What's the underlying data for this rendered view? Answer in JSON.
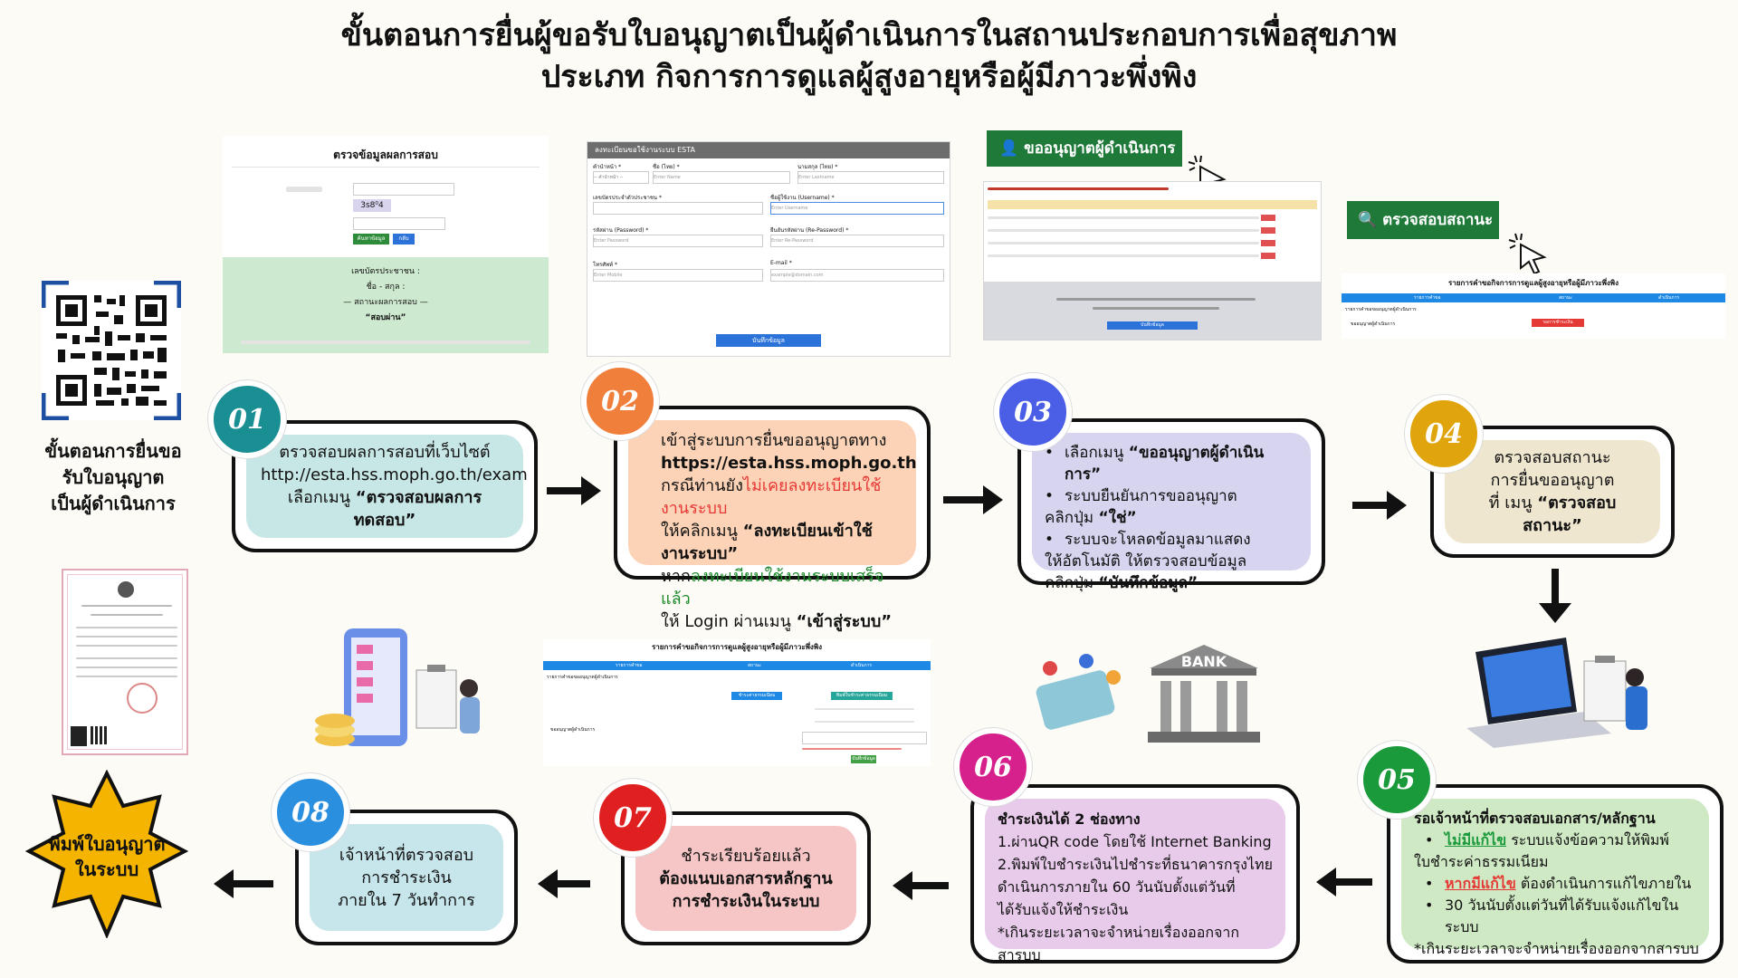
{
  "title": {
    "line1": "ขั้นตอนการยื่นผู้ขอรับใบอนุญาตเป็นผู้ดำเนินการในสถานประกอบการเพื่อสุขภาพ",
    "line2": "ประเภท กิจการการดูแลผู้สูงอายุหรือผู้มีภาวะพึ่งพิง"
  },
  "qr_caption": [
    "ขั้นตอนการยื่นขอ",
    "รับใบอนุญาต",
    "เป็นผู้ดำเนินการ"
  ],
  "colors": {
    "badge01": "#1a8f93",
    "badge02": "#f07f3c",
    "badge03": "#4a5ee6",
    "badge04": "#e0a40c",
    "badge05": "#1a9a3a",
    "badge06": "#d6208c",
    "badge07": "#e02020",
    "badge08": "#2b8fe0",
    "inner01": "#c7e6e6",
    "inner02": "#fcd3b6",
    "inner03": "#d6d4ef",
    "inner04": "#efe6cf",
    "inner05": "#cfe9c4",
    "inner06": "#e8caea",
    "inner07": "#f6c6c6",
    "inner08": "#c7e6ec",
    "star": "#f4b400"
  },
  "steps": {
    "s01": {
      "num": "01",
      "l1": "ตรวจสอบผลการสอบที่เว็บไซต์",
      "l2": "http://esta.hss.moph.go.th/exam",
      "l3a": "เลือกเมนู ",
      "l3b": "“ตรวจสอบผลการทดสอบ”"
    },
    "s02": {
      "num": "02",
      "l1": "เข้าสู่ระบบการยื่นขออนุญาตทาง",
      "l2": "https://esta.hss.moph.go.th",
      "l3a": "กรณีท่านยัง",
      "l3b": "ไม่เคยลงทะเบียนใช้งานระบบ",
      "l4a": "ให้คลิกเมนู ",
      "l4b": "“ลงทะเบียนเข้าใช้งานระบบ”",
      "l5a": "หาก",
      "l5b": "ลงทะเบียนใช้งานระบบเสร็จแล้ว",
      "l6a": "ให้ Login ผ่านเมนู ",
      "l6b": "“เข้าสู่ระบบ”"
    },
    "s03": {
      "num": "03",
      "l1a": "เลือกเมนู ",
      "l1b": "“ขออนุญาตผู้ดำเนินการ”",
      "l2": "ระบบยืนยันการขออนุญาต",
      "l3a": "คลิกปุ่ม ",
      "l3b": "“ใช่”",
      "l4": "ระบบจะโหลดข้อมูลมาแสดง",
      "l5": "ให้อัตโนมัติ ให้ตรวจสอบข้อมูล",
      "l6a": "คลิกปุ่ม ",
      "l6b": "“บันทึกข้อมูล”"
    },
    "s04": {
      "num": "04",
      "l1": "ตรวจสอบสถานะ",
      "l2": "การยื่นขออนุญาต",
      "l3a": "ที่ เมนู ",
      "l3b": "“ตรวจสอบสถานะ”"
    },
    "s05": {
      "num": "05",
      "l1": "รอเจ้าหน้าที่ตรวจสอบเอกสาร/หลักฐาน",
      "l2a": "ไม่มีแก้ไข",
      "l2b": " ระบบแจ้งข้อความให้พิมพ์",
      "l3": "ใบชำระค่าธรรมเนียม",
      "l4a": "หากมีแก้ไข",
      "l4b": " ต้องดำเนินการแก้ไขภายใน",
      "l5": "30 วันนับตั้งแต่วันที่ได้รับแจ้งแก้ไขในระบบ",
      "l6": "*เกินระยะเวลาจะจำหน่ายเรื่องออกจากสารบบ"
    },
    "s06": {
      "num": "06",
      "l1": "ชำระเงินได้ 2 ช่องทาง",
      "l2": "1.ผ่านQR code โดยใช้ Internet Banking",
      "l3": "2.พิมพ์ใบชำระเงินไปชำระที่ธนาคารกรุงไทย",
      "l4": "ดำเนินการภายใน 60 วันนับตั้งแต่วันที่",
      "l5": "ได้รับแจ้งให้ชำระเงิน",
      "l6": "*เกินระยะเวลาจะจำหน่ายเรื่องออกจากสารบบ"
    },
    "s07": {
      "num": "07",
      "l1": "ชำระเรียบร้อยแล้ว",
      "l2": "ต้องแนบเอกสารหลักฐาน",
      "l3": "การชำระเงินในระบบ"
    },
    "s08": {
      "num": "08",
      "l1": "เจ้าหน้าที่ตรวจสอบ",
      "l2": "การชำระเงิน",
      "l3": "ภายใน 7 วันทำการ"
    }
  },
  "final_star": [
    "พิมพ์ใบอนุญาต",
    "ในระบบ"
  ],
  "screens": {
    "exam": {
      "title": "ตรวจข้อมูลผลการสอบ",
      "captcha": "3s8⁰4",
      "btn1": "ค้นหาข้อมูล",
      "btn2": "กลับ",
      "r1": "เลขบัตรประชาชน :",
      "r2": "ชื่อ - สกุล :",
      "r3": "— สถานะผลการสอบ —",
      "r4": "“สอบผ่าน”"
    },
    "register": {
      "header": "ลงทะเบียนขอใช้งานระบบ ESTA",
      "submit": "บันทึกข้อมูล",
      "labels": [
        "คำนำหน้า *",
        "ชื่อ (ไทย) *",
        "นามสกุล (ไทย) *",
        "เลขบัตรประจำตัวประชาชน *",
        "ชื่อผู้ใช้งาน (Username) *",
        "รหัสผ่าน (Password) *",
        "ยืนยันรหัสผ่าน (Re-Password) *",
        "โทรศัพท์ *",
        "E-mail *"
      ],
      "placeholders": [
        "-- คำนำหน้า --",
        "Enter Name",
        "Enter Lastname",
        "Enter Username",
        "Enter Password",
        "Enter Re-Password",
        "Enter Mobile",
        "example@domain.com"
      ]
    },
    "apply": {
      "button": "ขออนุญาตผู้ดำเนินการ",
      "confirm": "บันทึกข้อมูล"
    },
    "status": {
      "button": "ตรวจสอบสถานะ",
      "heading": "รายการคำขอกิจการการดูแลผู้สูงอายุหรือผู้มีภาวะพึ่งพิง",
      "cols": [
        "รายการคำขอ",
        "สถานะ",
        "ดำเนินการ"
      ],
      "group": "รายการคำขอขออนุญาตผู้ดำเนินการ",
      "row": "ขออนุญาตผู้ดำเนินการ",
      "badge": "รอการชำระเงิน"
    },
    "payment": {
      "heading": "รายการคำขอกิจการการดูแลผู้สูงอายุหรือผู้มีภาวะพึ่งพิง",
      "cols": [
        "รายการคำขอ",
        "สถานะ",
        "ดำเนินการ"
      ],
      "group": "รายการคำขอขออนุญาตผู้ดำเนินการ",
      "row": "ขออนุญาตผู้ดำเนินการ",
      "b1": "ชำระค่าธรรมเนียม",
      "b2": "พิมพ์ใบชำระค่าธรรมเนียม",
      "b3": "บันทึกข้อมูล"
    },
    "bank": "BANK"
  }
}
